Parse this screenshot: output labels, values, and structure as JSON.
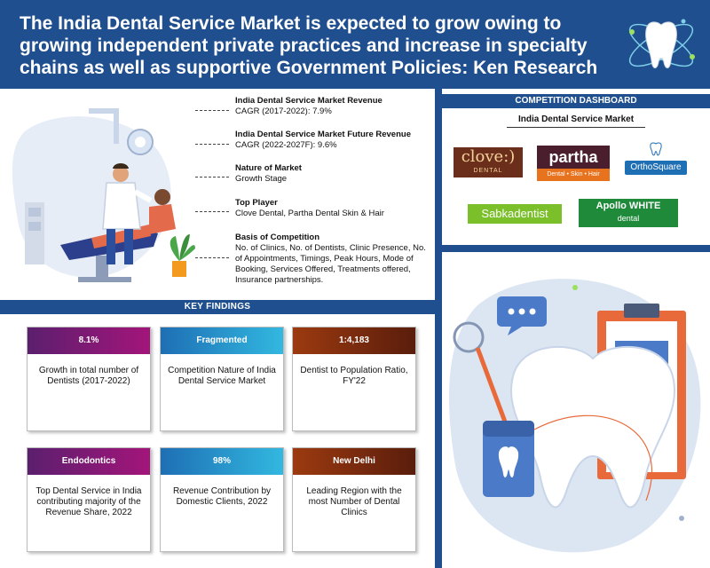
{
  "header": {
    "title": "The India Dental Service Market is expected to grow owing to growing independent private practices and increase in specialty chains as well as supportive Government Policies: Ken Research"
  },
  "overview": {
    "items": [
      {
        "label": "India Dental Service Market Revenue",
        "value": "CAGR (2017-2022): 7.9%"
      },
      {
        "label": "India Dental Service Market Future Revenue",
        "value": "CAGR (2022-2027F): 9.6%"
      },
      {
        "label": "Nature of Market",
        "value": "Growth Stage"
      },
      {
        "label": "Top Player",
        "value": "Clove Dental, Partha Dental Skin & Hair"
      },
      {
        "label": "Basis of Competition",
        "value": "No. of Clinics, No. of Dentists, Clinic Presence, No. of Appointments, Timings, Peak Hours, Mode of Booking, Services Offered, Treatments offered, Insurance partnerships."
      }
    ]
  },
  "key_findings": {
    "title": "KEY FINDINGS",
    "cards": [
      {
        "head": "8.1%",
        "body": "Growth in total number of Dentists (2017-2022)"
      },
      {
        "head": "Fragmented",
        "body": "Competition Nature of India Dental Service Market"
      },
      {
        "head": "1:4,183",
        "body": "Dentist to Population Ratio, FY'22"
      },
      {
        "head": "Endodontics",
        "body": "Top Dental Service in India contributing majority of the Revenue Share, 2022"
      },
      {
        "head": "98%",
        "body": "Revenue Contribution by Domestic Clients, 2022"
      },
      {
        "head": "New Delhi",
        "body": "Leading Region with the most Number of Dental Clinics"
      }
    ]
  },
  "competition": {
    "title": "COMPETITION DASHBOARD",
    "subtitle": "India Dental Service Market",
    "logos": {
      "clove_main": "clove:)",
      "clove_sub": "DENTAL",
      "partha_main": "partha",
      "partha_sub": "Dental • Skin • Hair",
      "ortho_main": "OrthoSquare",
      "sabka": "Sabkadentist",
      "apollo_main": "Apollo WHITE",
      "apollo_sub": "dental"
    }
  },
  "colors": {
    "navy": "#1f4f8f",
    "purple": "#8b1a78",
    "blue": "#2a9bd4",
    "brown": "#7a2a10"
  }
}
